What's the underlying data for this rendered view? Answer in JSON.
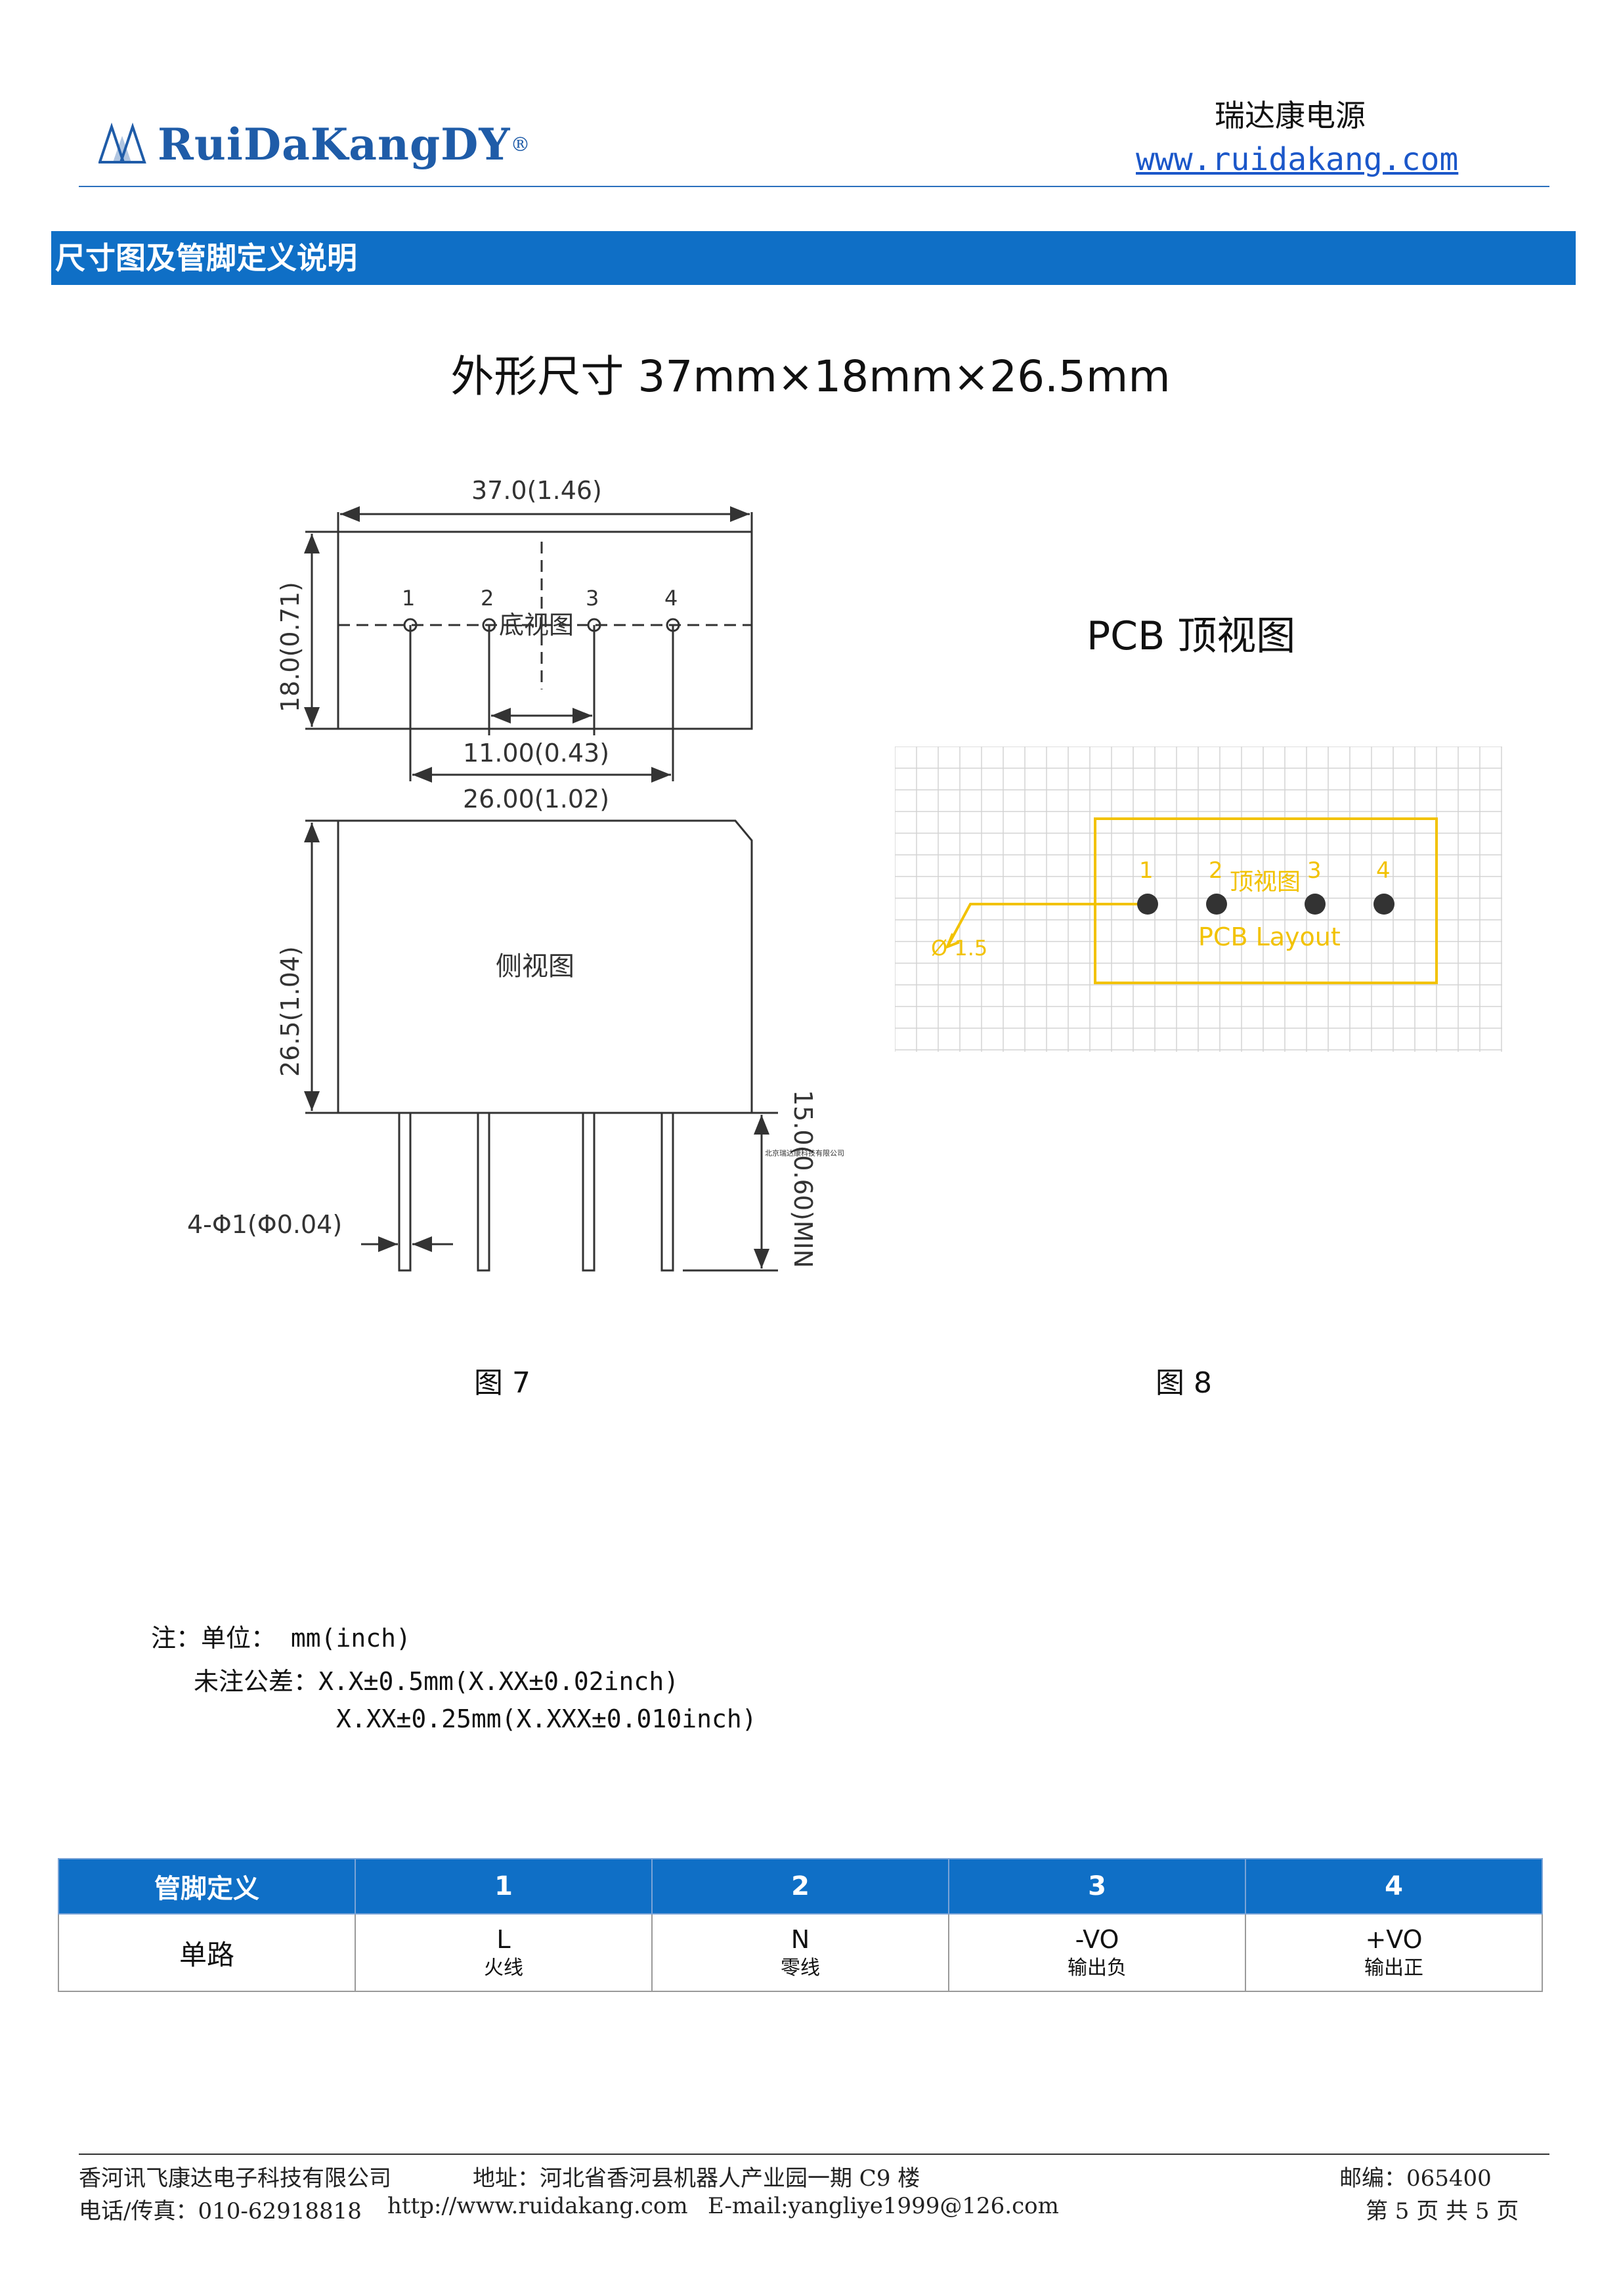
{
  "header": {
    "logo_text": "RuiDaKangDY",
    "logo_reg": "®",
    "brand_name": "瑞达康电源",
    "brand_url": "www.ruidakang.com"
  },
  "section": {
    "title": "尺寸图及管脚定义说明"
  },
  "dimensions_title": "外形尺寸 37mm×18mm×26.5mm",
  "figure7": {
    "caption": "图 7",
    "dim_width": "37.0(1.46)",
    "dim_height": "18.0(0.71)",
    "pin_numbers": [
      "1",
      "2",
      "3",
      "4"
    ],
    "bottom_label": "底视图",
    "dim_pitch": "11.00(0.43)",
    "dim_span": "26.00(1.02)",
    "side_label": "侧视图",
    "dim_side_height": "26.5(1.04)",
    "dim_pin_length": "15.0(0.60)MIN",
    "dim_pin_diameter": "4-Φ1(Φ0.04)",
    "tiny_watermark": "北京瑞达康科技有限公司"
  },
  "figure8": {
    "caption": "图 8",
    "title": "PCB 顶视图",
    "pin_numbers": [
      "1",
      "2",
      "3",
      "4"
    ],
    "top_label": "顶视图",
    "layout_label": "PCB Layout",
    "hole_label": "Ø 1.5",
    "accent_color": "#f2c200"
  },
  "notes": {
    "unit": "注：单位： mm(inch)",
    "tolerance_1": "未注公差：X.X±0.5mm(X.XX±0.02inch)",
    "tolerance_2": "X.XX±0.25mm(X.XXX±0.010inch)"
  },
  "pin_table": {
    "headers": [
      "管脚定义",
      "1",
      "2",
      "3",
      "4"
    ],
    "row_label": "单路",
    "cells": [
      {
        "main": "L",
        "sub": "火线"
      },
      {
        "main": "N",
        "sub": "零线"
      },
      {
        "main": "-VO",
        "sub": "输出负"
      },
      {
        "main": "+VO",
        "sub": "输出正"
      }
    ]
  },
  "footer": {
    "company": "香河讯飞康达电子科技有限公司",
    "address": "地址：河北省香河县机器人产业园一期 C9 楼",
    "postcode": "邮编：065400",
    "phone": "电话/传真：010-62918818",
    "website": "http://www.ruidakang.com",
    "email": "E-mail:yangliye1999@126.com",
    "page_info": "第 5 页 共 5 页"
  }
}
